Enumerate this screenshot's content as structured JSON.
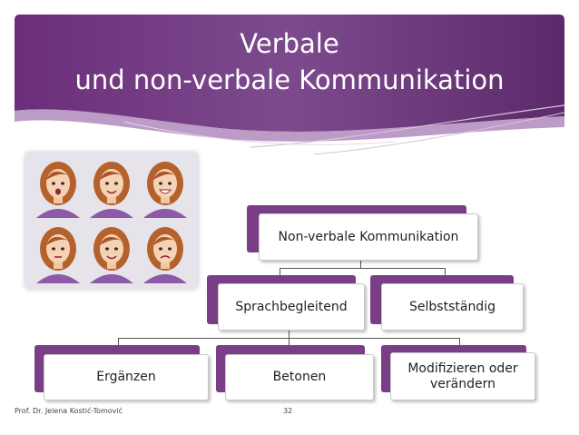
{
  "slide": {
    "title_line1": "Verbale",
    "title_line2": "und non-verbale Kommunikation",
    "footer_author": "Prof. Dr. Jelena Kostić-Tomović",
    "page_number": "32"
  },
  "diagram": {
    "root": "Non-verbale Kommunikation",
    "level1": [
      "Sprachbegleitend",
      "Selbstständig"
    ],
    "level2": [
      "Ergänzen",
      "Betonen",
      "Modifizieren oder verändern"
    ]
  },
  "colors": {
    "header_purple": "#6b2e7a",
    "header_light": "#a679b3",
    "node_back": "#7a3e86",
    "connector": "#555555"
  },
  "image": {
    "description_icon": "facial-expressions-grid"
  }
}
